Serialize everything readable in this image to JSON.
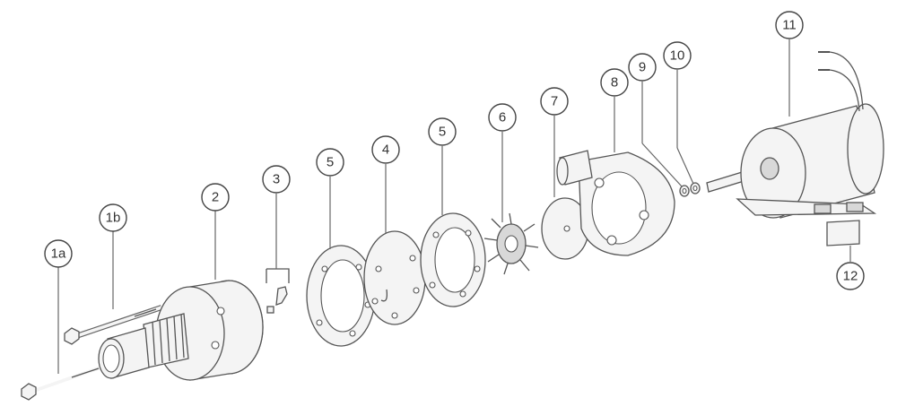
{
  "callouts": [
    {
      "id": "1a",
      "label": "1a"
    },
    {
      "id": "1b",
      "label": "1b"
    },
    {
      "id": "2",
      "label": "2"
    },
    {
      "id": "3",
      "label": "3"
    },
    {
      "id": "5a",
      "label": "5"
    },
    {
      "id": "4",
      "label": "4"
    },
    {
      "id": "5b",
      "label": "5"
    },
    {
      "id": "6",
      "label": "6"
    },
    {
      "id": "7",
      "label": "7"
    },
    {
      "id": "8",
      "label": "8"
    },
    {
      "id": "9",
      "label": "9"
    },
    {
      "id": "10",
      "label": "10"
    },
    {
      "id": "11",
      "label": "11"
    },
    {
      "id": "12",
      "label": "12"
    }
  ]
}
